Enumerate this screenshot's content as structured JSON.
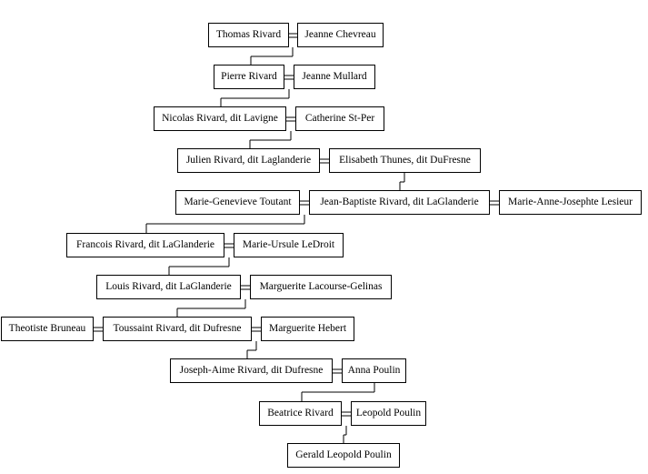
{
  "people": [
    "Thomas Rivard",
    "Jeanne Chevreau",
    "Pierre Rivard",
    "Jeanne Mullard",
    "Nicolas Rivard, dit Lavigne",
    "Catherine St-Per",
    "Julien Rivard, dit Laglanderie",
    "Elisabeth Thunes, dit DuFresne",
    "Marie-Genevieve Toutant",
    "Jean-Baptiste Rivard, dit LaGlanderie",
    "Marie-Anne-Josephte Lesieur",
    "Francois Rivard, dit LaGlanderie",
    "Marie-Ursule LeDroit",
    "Louis Rivard, dit LaGlanderie",
    "Marguerite Lacourse-Gelinas",
    "Theotiste Bruneau",
    "Toussaint Rivard, dit Dufresne",
    "Marguerite Hebert",
    "Joseph-Aime Rivard, dit Dufresne",
    "Anna Poulin",
    "Beatrice Rivard",
    "Leopold Poulin",
    "Gerald Leopold Poulin"
  ],
  "colors": {
    "background": "#ffffff",
    "border": "#000000",
    "text": "#000000"
  }
}
